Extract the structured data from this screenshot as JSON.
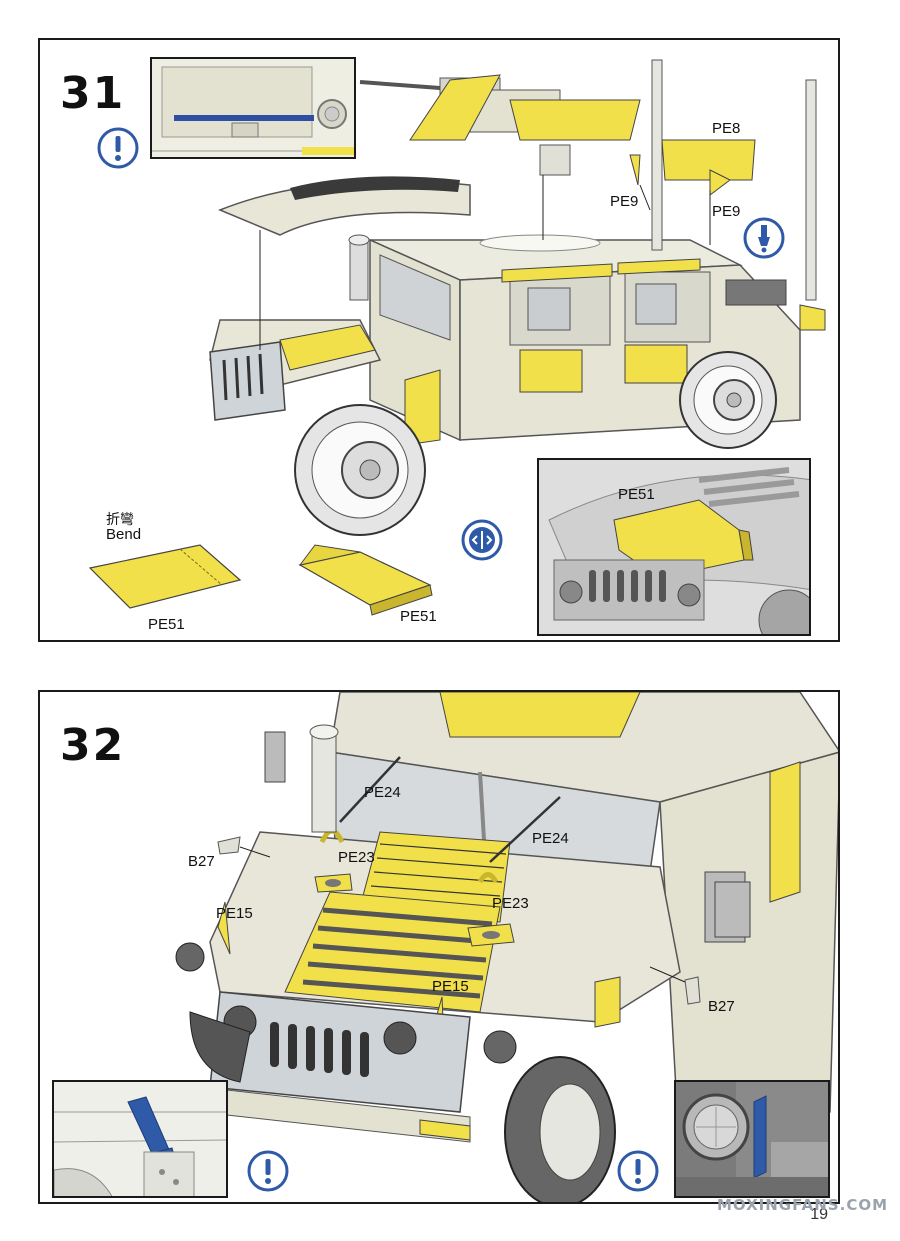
{
  "step31": {
    "number": "31",
    "labels": {
      "pe8": "PE8",
      "pe9_left": "PE9",
      "pe9_right": "PE9",
      "pe51_inset": "PE51",
      "pe51_flat": "PE51",
      "pe51_bent": "PE51",
      "bend_cn": "折彎",
      "bend_en": "Bend"
    }
  },
  "step32": {
    "number": "32",
    "labels": {
      "pe24_left": "PE24",
      "pe24_right": "PE24",
      "pe23_left": "PE23",
      "pe23_right": "PE23",
      "b27_left": "B27",
      "b27_right": "B27",
      "pe15_left": "PE15",
      "pe15_right": "PE15"
    }
  },
  "footer": {
    "page_number": "19",
    "watermark": "MOXINGFANS.COM"
  },
  "colors": {
    "pe_yellow": "#f2e04a",
    "body_cream": "#e8e6d6",
    "icon_blue": "#2f5aa8",
    "line": "#222222"
  }
}
